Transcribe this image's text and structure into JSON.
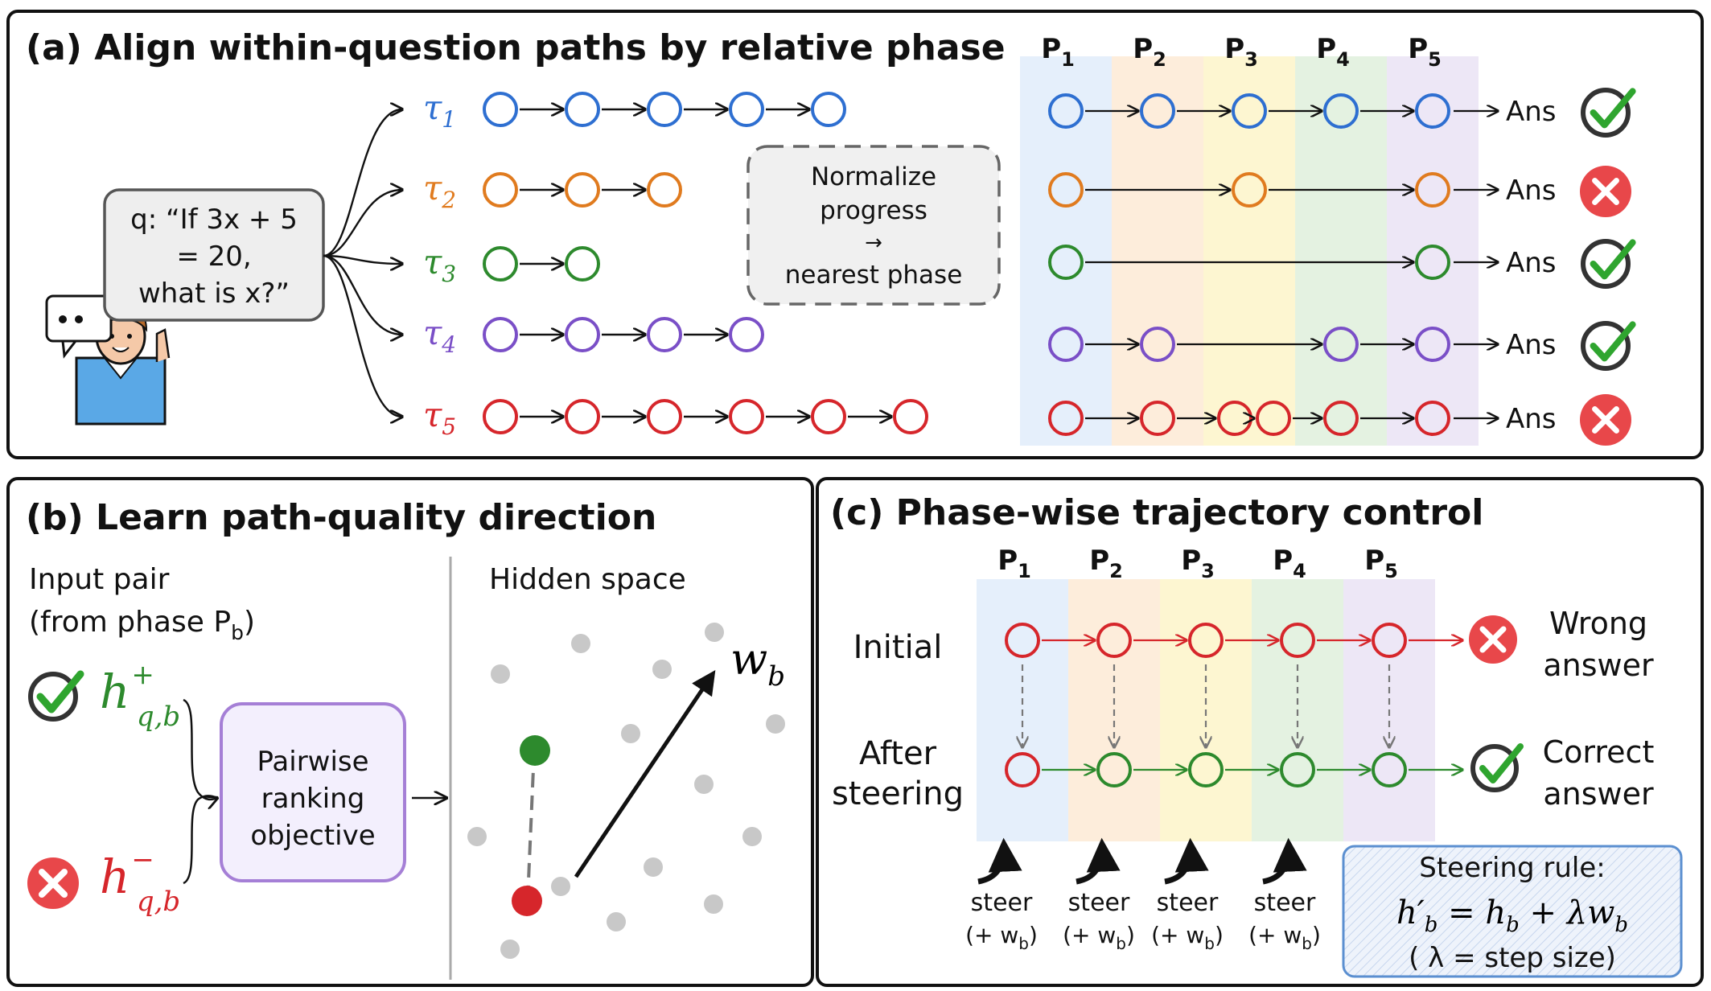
{
  "colors": {
    "blue": "#2e6fd1",
    "orange": "#e07b1f",
    "green": "#2d8a2d",
    "purple": "#7a4fc7",
    "red": "#d6262b",
    "gray_dot": "#c8c8c8",
    "phase_bands": [
      "#e4eefb",
      "#fdecd9",
      "#fdf5cf",
      "#e3f1df",
      "#ece6f6"
    ]
  },
  "panel_a": {
    "title": "(a) Align within-question paths by relative phase",
    "question_lines": [
      "q: “If 3x + 5",
      "= 20,",
      "what is x?”"
    ],
    "normalize_lines": [
      "Normalize",
      "progress",
      "→",
      "nearest phase"
    ],
    "phase_header": [
      "P",
      "P",
      "P",
      "P",
      "P"
    ],
    "phase_sub": [
      "1",
      "2",
      "3",
      "4",
      "5"
    ],
    "answer_label": "Ans",
    "paths": [
      {
        "label": "τ",
        "sub": "1",
        "color": "blue",
        "steps": 5,
        "phases": [
          1,
          2,
          3,
          4,
          5
        ],
        "correct": true
      },
      {
        "label": "τ",
        "sub": "2",
        "color": "orange",
        "steps": 3,
        "phases": [
          1,
          3,
          5
        ],
        "correct": false
      },
      {
        "label": "τ",
        "sub": "3",
        "color": "green",
        "steps": 2,
        "phases": [
          1,
          5
        ],
        "correct": true
      },
      {
        "label": "τ",
        "sub": "4",
        "color": "purple",
        "steps": 4,
        "phases": [
          1,
          2,
          4,
          5
        ],
        "correct": true
      },
      {
        "label": "τ",
        "sub": "5",
        "color": "red",
        "steps": 6,
        "phases": [
          1,
          2,
          3,
          3,
          4,
          5
        ],
        "correct": false
      }
    ],
    "icons": [
      "person-icon",
      "speech-bubble-icon",
      "check-icon",
      "cross-icon"
    ]
  },
  "panel_b": {
    "title": "(b) Learn path-quality direction",
    "input_pair_line1": "Input pair",
    "input_pair_line2": "(from phase P",
    "input_pair_sub": "b",
    "input_pair_end": ")",
    "hidden_space": "Hidden space",
    "h_pos": "h",
    "h_pos_sup": "+",
    "h_pos_sub": "q,b",
    "h_neg": "h",
    "h_neg_sup": "−",
    "h_neg_sub": "q,b",
    "objective_lines": [
      "Pairwise",
      "ranking",
      "objective"
    ],
    "w_label": "w",
    "w_sub": "b"
  },
  "panel_c": {
    "title": "(c) Phase-wise trajectory control",
    "phase_header": [
      "P",
      "P",
      "P",
      "P",
      "P"
    ],
    "phase_sub": [
      "1",
      "2",
      "3",
      "4",
      "5"
    ],
    "initial_label": "Initial",
    "after_label": [
      "After",
      "steering"
    ],
    "wrong_answer": [
      "Wrong",
      "answer"
    ],
    "correct_answer": [
      "Correct",
      "answer"
    ],
    "steer_label": "steer",
    "steer_sub_open": "(+ w",
    "steer_sub_sub": "b",
    "steer_sub_close": ")",
    "after_colors": [
      "red",
      "green",
      "green",
      "green",
      "green"
    ],
    "rule_title": "Steering rule:",
    "rule_formula_lhs": "h′",
    "rule_formula_lhs_sub": "b",
    "rule_formula_mid": " = h",
    "rule_formula_mid_sub": "b",
    "rule_formula_rhs": " + λw",
    "rule_formula_rhs_sub": "b",
    "rule_note": "( λ = step size)"
  }
}
